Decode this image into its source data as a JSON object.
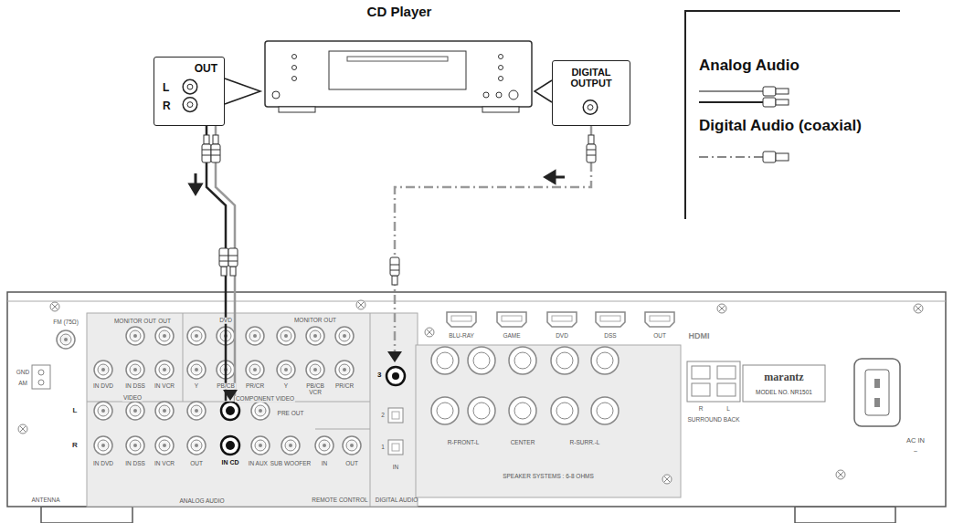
{
  "diagram": {
    "nodes": [
      {
        "text": [
          "CD Player"
        ]
      },
      {
        "text": [
          "OUT",
          "L",
          "R"
        ]
      },
      {
        "text": [
          "DIGITAL OUTPUT"
        ]
      },
      {
        "text": [
          "ANALOG AUDIO"
        ]
      },
      {
        "text": [
          "IN CD"
        ],
        "in": 3
      },
      {
        "text": [
          "DIGITAL AUDIO"
        ]
      },
      {
        "text": [
          "3"
        ],
        "in": 5
      }
    ],
    "edges": [
      {
        "from": 1,
        "to": 4,
        "arrow": "to"
      },
      {
        "from": 2,
        "to": 6,
        "arrow": "to"
      }
    ],
    "labels": [
      "MONITOR OUT",
      "OUT",
      "IN DVD",
      "IN DSS",
      "IN VCR",
      "VIDEO",
      "DVD",
      "MONITOR OUT",
      "Y",
      "PB/CB",
      "PR/CR",
      "Y",
      "PB/CB",
      "PR/CR",
      "VCR",
      "COMPONENT VIDEO",
      "FM (75Ω)",
      "GND",
      "AM",
      "ANTENNA",
      "L",
      "R",
      "IN DVD",
      "IN DSS",
      "IN VCR",
      "OUT",
      "IN AUX 2",
      "PRE OUT",
      "SUB WOOFER",
      "IN",
      "OUT",
      "REMOTE CONTROL",
      "2",
      "1",
      "IN",
      "BLU-RAY",
      "GAME",
      "DVD",
      "DSS",
      "OUT",
      "HDMI",
      "R-FRONT-L",
      "CENTER",
      "R-SURR.-L",
      "SPEAKER SYSTEMS : 6-8 OHMS",
      "R",
      "L",
      "SURROUND BACK",
      "marantz",
      "MODEL NO. NR1501",
      "AC IN",
      "~"
    ],
    "legend": [
      {
        "text": "Analog Audio"
      },
      {
        "text": "Digital Audio (coaxial)"
      }
    ]
  }
}
